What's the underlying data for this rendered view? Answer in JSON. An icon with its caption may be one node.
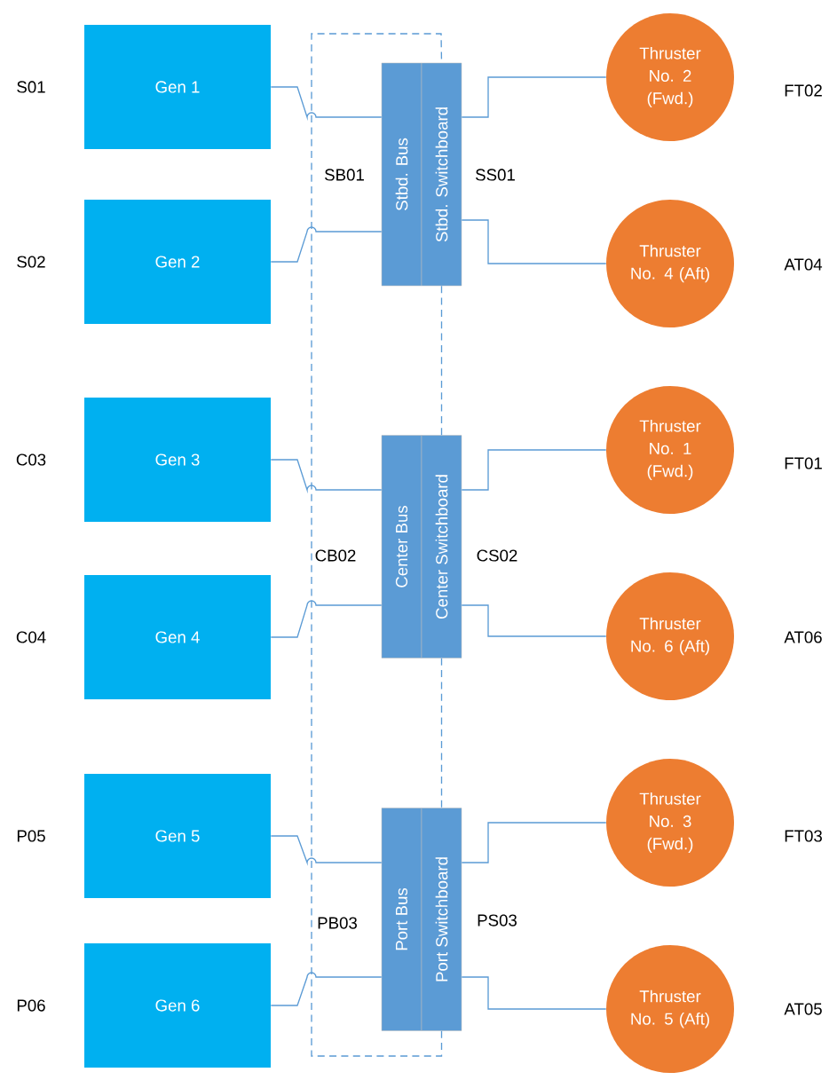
{
  "diagram": {
    "nodes": [
      {
        "text": [
          "Gen 1"
        ],
        "beside": [
          "S01"
        ]
      },
      {
        "text": [
          "Stbd. Bus"
        ],
        "beside": [
          "SB01"
        ]
      },
      {
        "text": [
          "Stbd. Switchboard"
        ],
        "beside": [
          "SS01"
        ]
      },
      {
        "text": [
          "Thruster No. 2 (Fwd.)"
        ],
        "beside": [
          "FT02"
        ]
      },
      {
        "text": [
          "Gen 2"
        ],
        "beside": [
          "S02"
        ]
      },
      {
        "text": [
          "Thruster No. 4 (Aft)"
        ],
        "beside": [
          "AT04"
        ]
      },
      {
        "text": [
          "Gen 3"
        ],
        "beside": [
          "C03"
        ]
      },
      {
        "text": [
          "Center Bus"
        ],
        "beside": [
          "CB02"
        ]
      },
      {
        "text": [
          "Center Switchboard"
        ],
        "beside": [
          "CS02"
        ]
      },
      {
        "text": [
          "Thruster No. 1 (Fwd.)"
        ],
        "beside": [
          "FT01"
        ]
      },
      {
        "text": [
          "Gen 4"
        ],
        "beside": [
          "C04"
        ]
      },
      {
        "text": [
          "Thruster No. 6 (Aft)"
        ],
        "beside": [
          "AT06"
        ]
      },
      {
        "text": [
          "Gen 5"
        ],
        "beside": [
          "P05"
        ]
      },
      {
        "text": [
          "Port Bus"
        ],
        "beside": [
          "PB03"
        ]
      },
      {
        "text": [
          "Port Switchboard"
        ],
        "beside": [
          "PS03"
        ]
      },
      {
        "text": [
          "Thruster No. 3 (Fwd.)"
        ],
        "beside": [
          "FT03"
        ]
      },
      {
        "text": [
          "Gen 6"
        ],
        "beside": [
          "P06"
        ]
      },
      {
        "text": [
          "Thruster No. 5 (Aft)"
        ],
        "beside": [
          "AT05"
        ]
      }
    ],
    "edges": [
      {
        "from": 0,
        "to": 1,
        "arrow": "none"
      },
      {
        "from": 4,
        "to": 1,
        "arrow": "none"
      },
      {
        "from": 2,
        "to": 3,
        "arrow": "none"
      },
      {
        "from": 2,
        "to": 5,
        "arrow": "none"
      },
      {
        "from": 6,
        "to": 7,
        "arrow": "none"
      },
      {
        "from": 10,
        "to": 7,
        "arrow": "none"
      },
      {
        "from": 8,
        "to": 9,
        "arrow": "none"
      },
      {
        "from": 8,
        "to": 11,
        "arrow": "none"
      },
      {
        "from": 12,
        "to": 13,
        "arrow": "none"
      },
      {
        "from": 16,
        "to": 13,
        "arrow": "none"
      },
      {
        "from": 14,
        "to": 15,
        "arrow": "none"
      },
      {
        "from": 14,
        "to": 17,
        "arrow": "none"
      },
      {
        "from": 2,
        "to": 8,
        "arrow": "none",
        "style": "dashed"
      },
      {
        "from": 8,
        "to": 14,
        "arrow": "none",
        "style": "dashed"
      },
      {
        "from": 14,
        "to": 2,
        "arrow": "none",
        "style": "dashed"
      }
    ]
  }
}
